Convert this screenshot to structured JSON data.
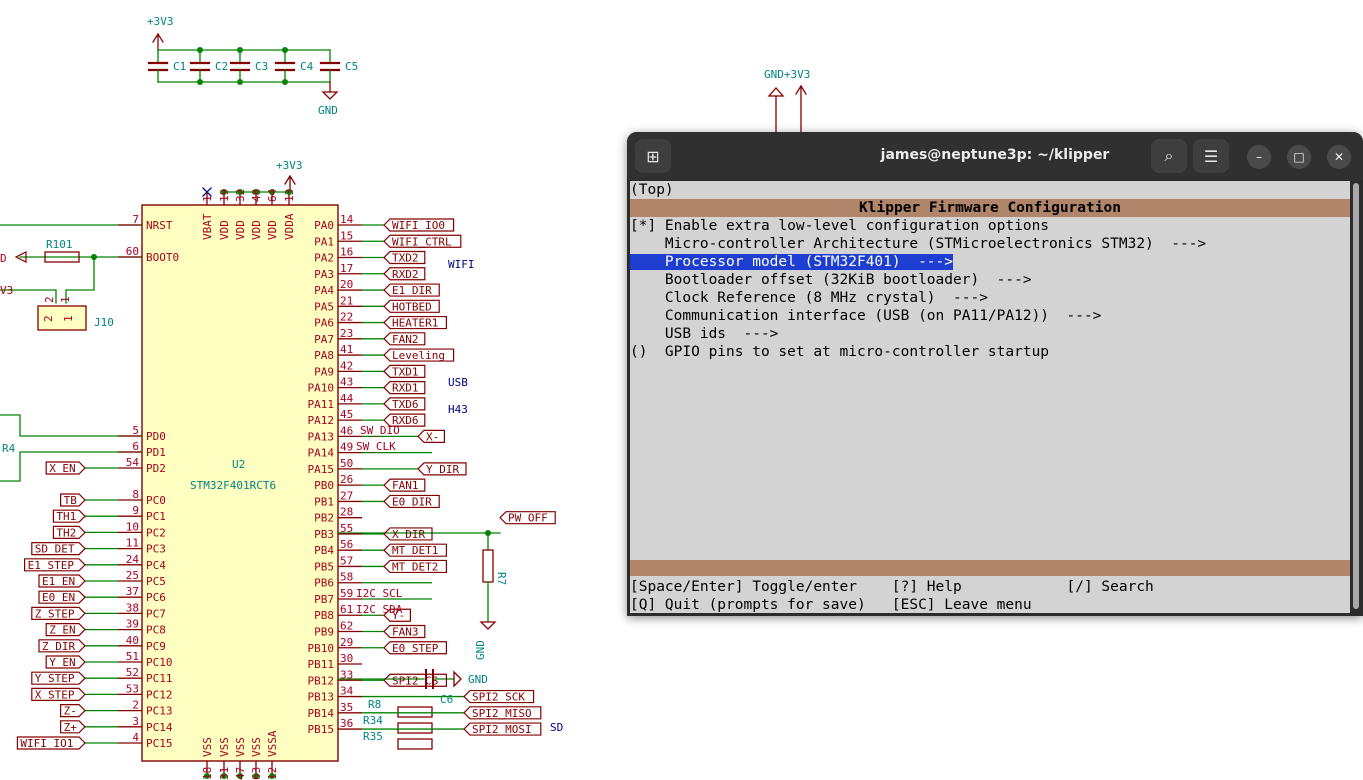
{
  "schematic": {
    "power_rail": "+3V3",
    "gnd": "GND",
    "gnd_3v3": "GND+3V3",
    "caps": [
      "C1",
      "C2",
      "C3",
      "C4",
      "C5"
    ],
    "r101": "R101",
    "j10": "J10",
    "j10_pins": [
      "2",
      "1"
    ],
    "left_cut": [
      "D",
      "V3",
      "R4"
    ],
    "chip_name": "U2",
    "chip_part": "STM32F401RCT6",
    "top_pins": [
      {
        "name": "VBAT",
        "num": "1"
      },
      {
        "name": "VDD",
        "num": "19"
      },
      {
        "name": "VDD",
        "num": "32"
      },
      {
        "name": "VDD",
        "num": "48"
      },
      {
        "name": "VDD",
        "num": "64"
      },
      {
        "name": "VDDA",
        "num": "13"
      }
    ],
    "bottom_pins": [
      {
        "name": "VSS",
        "num": "18"
      },
      {
        "name": "VSS",
        "num": "31"
      },
      {
        "name": "VSS",
        "num": "47"
      },
      {
        "name": "VSS",
        "num": "63"
      },
      {
        "name": "VSSA",
        "num": "12"
      }
    ],
    "left_pins": [
      {
        "name": "NRST",
        "num": "7"
      },
      {
        "name": "BOOT0",
        "num": "60"
      },
      {
        "name": "PD0",
        "num": "5"
      },
      {
        "name": "PD1",
        "num": "6"
      },
      {
        "name": "PD2",
        "num": "54"
      },
      {
        "name": "PC0",
        "num": "8"
      },
      {
        "name": "PC1",
        "num": "9"
      },
      {
        "name": "PC2",
        "num": "10"
      },
      {
        "name": "PC3",
        "num": "11"
      },
      {
        "name": "PC4",
        "num": "24"
      },
      {
        "name": "PC5",
        "num": "25"
      },
      {
        "name": "PC6",
        "num": "37"
      },
      {
        "name": "PC7",
        "num": "38"
      },
      {
        "name": "PC8",
        "num": "39"
      },
      {
        "name": "PC9",
        "num": "40"
      },
      {
        "name": "PC10",
        "num": "51"
      },
      {
        "name": "PC11",
        "num": "52"
      },
      {
        "name": "PC12",
        "num": "53"
      },
      {
        "name": "PC13",
        "num": "2"
      },
      {
        "name": "PC14",
        "num": "3"
      },
      {
        "name": "PC15",
        "num": "4"
      }
    ],
    "left_labels": [
      "X_EN",
      "TB",
      "TH1",
      "TH2",
      "SD_DET",
      "E1_STEP",
      "E1_EN",
      "E0_EN",
      "Z_STEP",
      "Z_EN",
      "Z_DIR",
      "Y_EN",
      "Y_STEP",
      "X_STEP",
      "Z-",
      "Z+",
      "WIFI_IO1"
    ],
    "right_pins": [
      {
        "name": "PA0",
        "num": "14",
        "label": "WIFI_IO0"
      },
      {
        "name": "PA1",
        "num": "15",
        "label": "WIFI_CTRL"
      },
      {
        "name": "PA2",
        "num": "16",
        "label": "TXD2"
      },
      {
        "name": "PA3",
        "num": "17",
        "label": "RXD2"
      },
      {
        "name": "PA4",
        "num": "20",
        "label": "E1_DIR"
      },
      {
        "name": "PA5",
        "num": "21",
        "label": "HOTBED"
      },
      {
        "name": "PA6",
        "num": "22",
        "label": "HEATER1"
      },
      {
        "name": "PA7",
        "num": "23",
        "label": "FAN2"
      },
      {
        "name": "PA8",
        "num": "41",
        "label": "Leveling"
      },
      {
        "name": "PA9",
        "num": "42",
        "label": "TXD1"
      },
      {
        "name": "PA10",
        "num": "43",
        "label": "RXD1"
      },
      {
        "name": "PA11",
        "num": "44",
        "label": "TXD6"
      },
      {
        "name": "PA12",
        "num": "45",
        "label": "RXD6"
      },
      {
        "name": "PA13",
        "num": "46",
        "label": "X-"
      },
      {
        "name": "PA14",
        "num": "49",
        "label": ""
      },
      {
        "name": "PA15",
        "num": "50",
        "label": "Y_DIR"
      },
      {
        "name": "PB0",
        "num": "26",
        "label": "FAN1"
      },
      {
        "name": "PB1",
        "num": "27",
        "label": "E0_DIR"
      },
      {
        "name": "PB2",
        "num": "28",
        "label": "PW_OFF"
      },
      {
        "name": "PB3",
        "num": "55",
        "label": "X_DIR"
      },
      {
        "name": "PB4",
        "num": "56",
        "label": "MT_DET1"
      },
      {
        "name": "PB5",
        "num": "57",
        "label": "MT_DET2"
      },
      {
        "name": "PB6",
        "num": "58",
        "label": ""
      },
      {
        "name": "PB7",
        "num": "59",
        "label": ""
      },
      {
        "name": "PB8",
        "num": "61",
        "label": "Y-"
      },
      {
        "name": "PB9",
        "num": "62",
        "label": "FAN3"
      },
      {
        "name": "PB10",
        "num": "29",
        "label": "E0_STEP"
      },
      {
        "name": "PB11",
        "num": "30",
        "label": ""
      },
      {
        "name": "PB12",
        "num": "33",
        "label": "SPI2_CS"
      },
      {
        "name": "PB13",
        "num": "34",
        "label": "SPI2_SCK"
      },
      {
        "name": "PB14",
        "num": "35",
        "label": "SPI2_MISO"
      },
      {
        "name": "PB15",
        "num": "36",
        "label": "SPI2_MOSI"
      }
    ],
    "wire_names": [
      "SW_DIO",
      "SW_CLK",
      "I2C_SCL",
      "I2C_SDA"
    ],
    "group_labels": [
      "WIFI",
      "USB",
      "H43",
      "SD"
    ],
    "r7": "R7",
    "c6": "C6",
    "r8": "R8",
    "r34": "R34",
    "r35": "R35"
  },
  "terminal": {
    "title": "james@neptune3p: ~/klipper",
    "lines": [
      "(Top)",
      "Klipper Firmware Configuration",
      "[*] Enable extra low-level configuration options",
      "    Micro-controller Architecture (STMicroelectronics STM32)  --->",
      "    Processor model (STM32F401)  --->",
      "    Bootloader offset (32KiB bootloader)  --->",
      "    Clock Reference (8 MHz crystal)  --->",
      "    Communication interface (USB (on PA11/PA12))  --->",
      "    USB ids  --->",
      "()  GPIO pins to set at micro-controller startup"
    ],
    "footer": [
      "[Space/Enter] Toggle/enter    [?] Help            [/] Search",
      "[Q] Quit (prompts for save)   [ESC] Leave menu"
    ],
    "buttons": {
      "newtab": "⊞",
      "search": "⌕",
      "menu": "☰",
      "minimize": "–",
      "maximize": "□",
      "close": "✕"
    }
  }
}
